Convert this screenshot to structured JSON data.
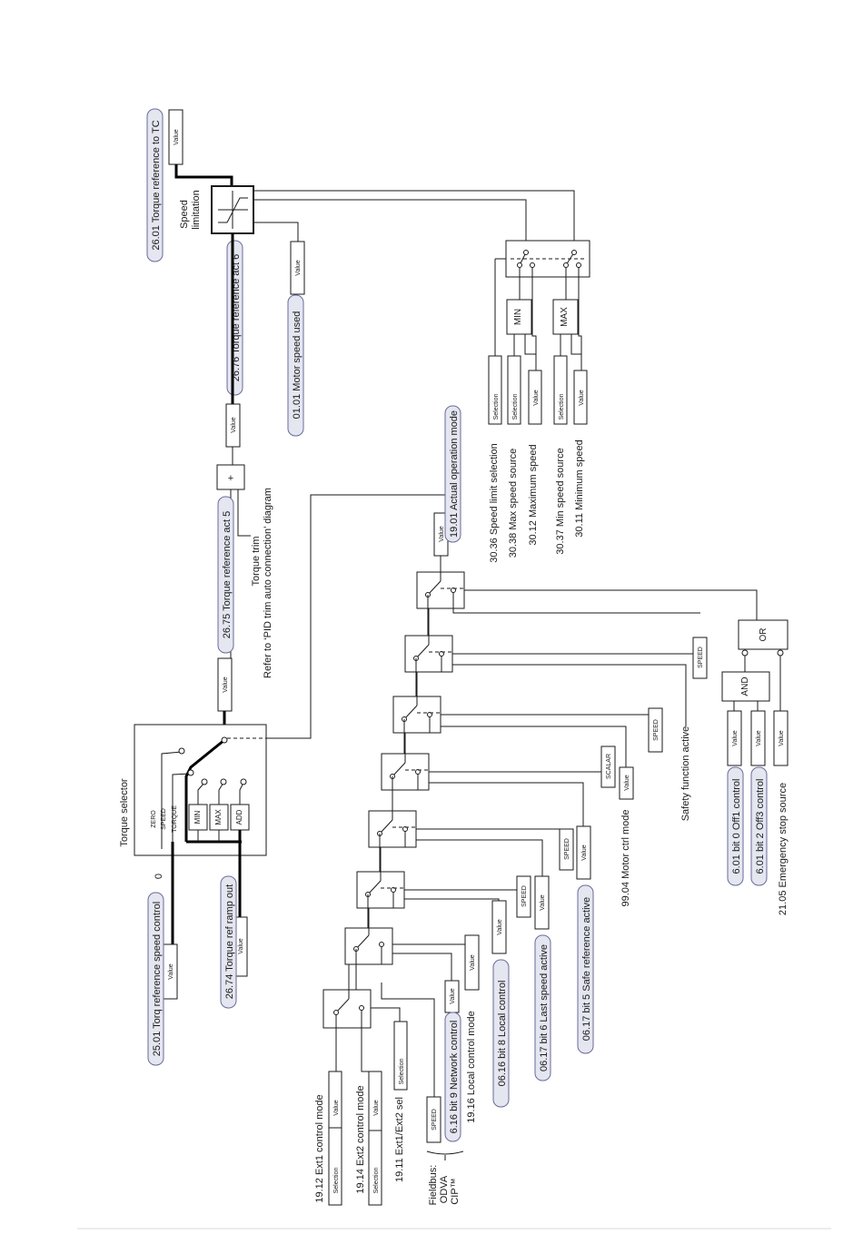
{
  "params": {
    "p2601": "26.01 Torque reference to TC",
    "p2676": "26.76 Torque reference act 6",
    "p0101": "01.01 Motor speed used",
    "p2675": "26.75 Torque reference act 5",
    "p2674": "26.74 Torque ref ramp out",
    "p2501": "25.01 Torq reference speed control",
    "p1901": "19.01 Actual operation mode",
    "p1912": "19.12 Ext1 control mode",
    "p1914": "19.14 Ext2 control mode",
    "p1911": "19.11 Ext1/Ext2 sel",
    "p0616b9": "6.16 bit 9 Network control",
    "p1916": "19.16 Local control mode",
    "p0616b8": "06.16 bit 8 Local control",
    "p0617b6": "06.17 bit 6 Last speed active",
    "p0617b5": "06.17 bit 5 Safe reference active",
    "p9904": "99.04 Motor ctrl mode",
    "safety": "Safety function active",
    "p0601b0": "6.01 bit 0 Off1 control",
    "p0601b2": "6.01 bit 2 Off3 control",
    "p2105": "21.05 Emergency stop source",
    "p3036": "30.36 Speed limit selection",
    "p3038": "30.38 Max speed source",
    "p3012": "30.12 Maximum speed",
    "p3037": "30.37 Min speed source",
    "p3011": "30.11 Minimum speed"
  },
  "labels": {
    "value": "Value",
    "selection": "Selection",
    "speed": "SPEED",
    "scalar": "SCALAR",
    "zero": "0",
    "plus": "+",
    "min": "MIN",
    "max": "MAX",
    "add": "ADD",
    "or": "OR",
    "and": "AND",
    "min_block": "MIN",
    "max_block": "MAX",
    "ts_zero": "ZERO",
    "ts_speed": "SPEED",
    "ts_torque": "TORQUE"
  },
  "texts": {
    "torque_selector": "Torque selector",
    "speed_limitation_1": "Speed",
    "speed_limitation_2": "limitation",
    "torque_trim_1": "Torque trim",
    "torque_trim_2": "Refer to ‘PID trim auto connection’ diagram",
    "fieldbus": "Fieldbus:",
    "odva": "ODVA",
    "cip": "CIP™"
  }
}
